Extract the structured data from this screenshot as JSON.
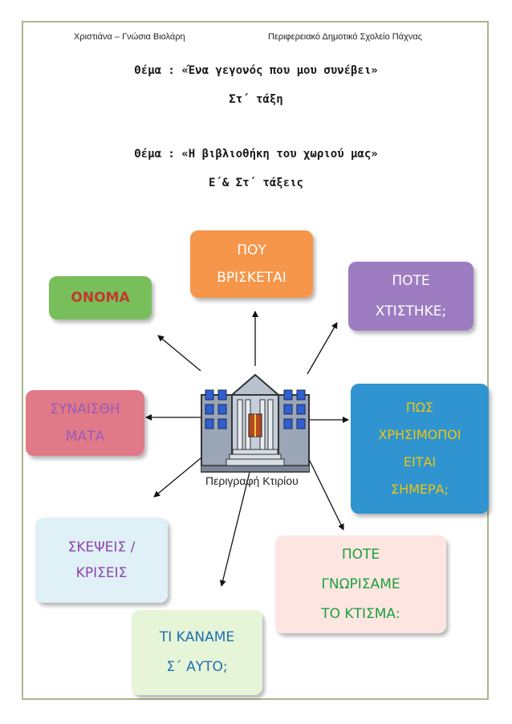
{
  "header": {
    "left": "Χριστιάνα – Γνώσια Βιολάρη",
    "right": "Περιφερειακό Δημοτικό Σχολείο Πάχνας"
  },
  "topics": {
    "topic1": "Θέμα : «Ένα γεγονός που μου συνέβει»",
    "grade1": "Στ΄ τάξη",
    "topic2": "Θέμα : «Η βιβλιοθήκη του χωριού μας»",
    "grade2": "Ε΄& Στ΄ τάξεις"
  },
  "center": {
    "icon": "building-icon",
    "caption": "Περιγραφή Κτιρίου"
  },
  "bubbles": {
    "where": {
      "lines": [
        "ΠΟΥ",
        "ΒΡΙΣΚΕΤΑΙ"
      ],
      "fill": "#f5964a",
      "text_color": "#ffffff"
    },
    "name": {
      "lines": [
        "ΟΝΟΜΑ"
      ],
      "fill": "#78bf5b",
      "text_color": "#c0392b"
    },
    "when": {
      "lines": [
        "ΠΟΤΕ",
        "ΧΤΙΣΤΗΚΕ;"
      ],
      "fill": "#9e7cc1",
      "text_color": "#ffffff"
    },
    "feelings": {
      "lines": [
        "ΣΥΝΑΙΣΘΗ",
        "ΜΑΤΑ"
      ],
      "fill": "#e07a88",
      "text_color": "#9b59b6"
    },
    "usage": {
      "lines": [
        "ΠΩΣ",
        "ΧΡΗΣΙΜΟΠΟΙ",
        "ΕΙΤΑΙ",
        "ΣΗΜΕΡΑ;"
      ],
      "fill": "#2f94cf",
      "text_color": "#f1c40f"
    },
    "thoughts": {
      "lines": [
        "ΣΚΕΨΕΙΣ /",
        "ΚΡΙΣΕΙΣ"
      ],
      "fill": "#dff0f7",
      "text_color": "#8e44ad"
    },
    "met": {
      "lines": [
        "ΠΟΤΕ",
        "ΓΝΩΡΙΣΑΜΕ",
        "ΤΟ ΚΤΙΣΜΑ:"
      ],
      "fill": "#fde6e2",
      "text_color": "#1e9e3c"
    },
    "did": {
      "lines": [
        "ΤΙ ΚΑΝΑΜΕ",
        "Σ΄ ΑΥΤΟ;"
      ],
      "fill": "#e6f4d8",
      "text_color": "#1f6fb0"
    }
  }
}
